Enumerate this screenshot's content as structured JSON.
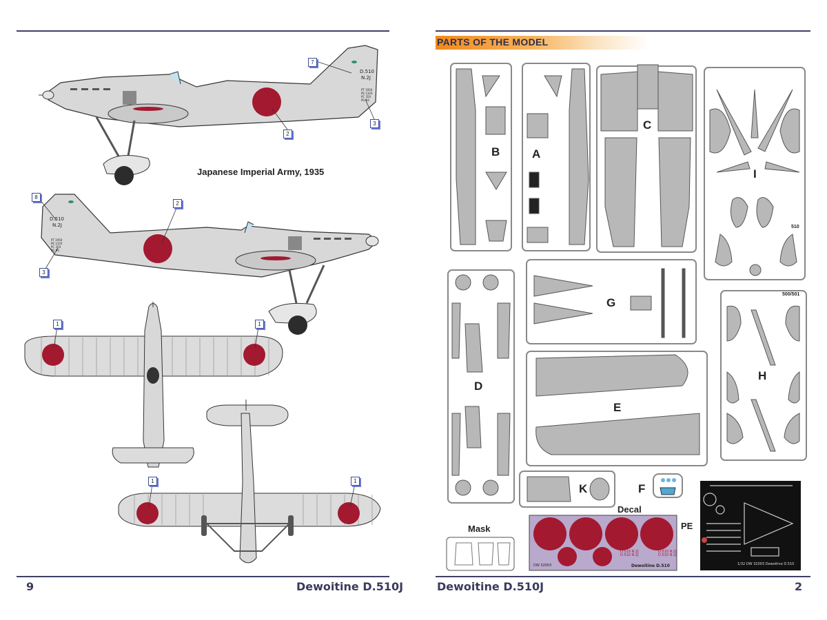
{
  "left_page": {
    "page_number": "9",
    "footer_title": "Dewoitine D.510J",
    "caption": "Japanese Imperial Army,  1935",
    "profile_top": {
      "tail_text": [
        "D.510",
        "N.2J"
      ],
      "stencil": [
        "PT 1950",
        "PE 1320",
        "PC 350",
        "PG 94"
      ]
    },
    "profile_bottom": {
      "tail_text": [
        "D.510",
        "N.2J"
      ],
      "stencil": [
        "PT 1950",
        "PE 1320",
        "PC 350",
        "PG 94"
      ]
    },
    "callouts": {
      "c7": "7",
      "c2a": "2",
      "c3a": "3",
      "c8": "8",
      "c2b": "2",
      "c3b": "3",
      "c1a": "1",
      "c1b": "1",
      "c1c": "1",
      "c1d": "1"
    }
  },
  "right_page": {
    "section_title": "PARTS OF THE MODEL",
    "page_number": "2",
    "footer_title": "Dewoitine D.510J",
    "sprue_labels": {
      "A": "A",
      "B": "B",
      "C": "C",
      "D": "D",
      "E": "E",
      "F": "F",
      "G": "G",
      "H": "H",
      "I": "I",
      "K": "K"
    },
    "part_codes": {
      "sprue_I_code": "510",
      "sprue_H_code": "500/501"
    },
    "mask_label": "Mask",
    "decal_label": "Decal",
    "pe_label": "PE",
    "decal_sheet": {
      "brand_code": "DW 32003",
      "title": "Dewoitine D.510",
      "markings": [
        "D.510",
        "N.2J",
        "D.510",
        "N.1J",
        "D.510",
        "N.2J",
        "D.510",
        "N.1J"
      ]
    },
    "pe_sheet": {
      "footer": [
        "1/32",
        "DW 32003",
        "Dewoitine D.510"
      ]
    }
  },
  "colors": {
    "hinomaru": "#a3192f",
    "aircraft_grey": "#d9d9d9",
    "sprue_grey": "#b5b5b5",
    "navy_rule": "#3e3f66",
    "accent_orange": "#f08a1c",
    "decal_bg": "#b9a9cc",
    "pe_bg": "#111111"
  }
}
